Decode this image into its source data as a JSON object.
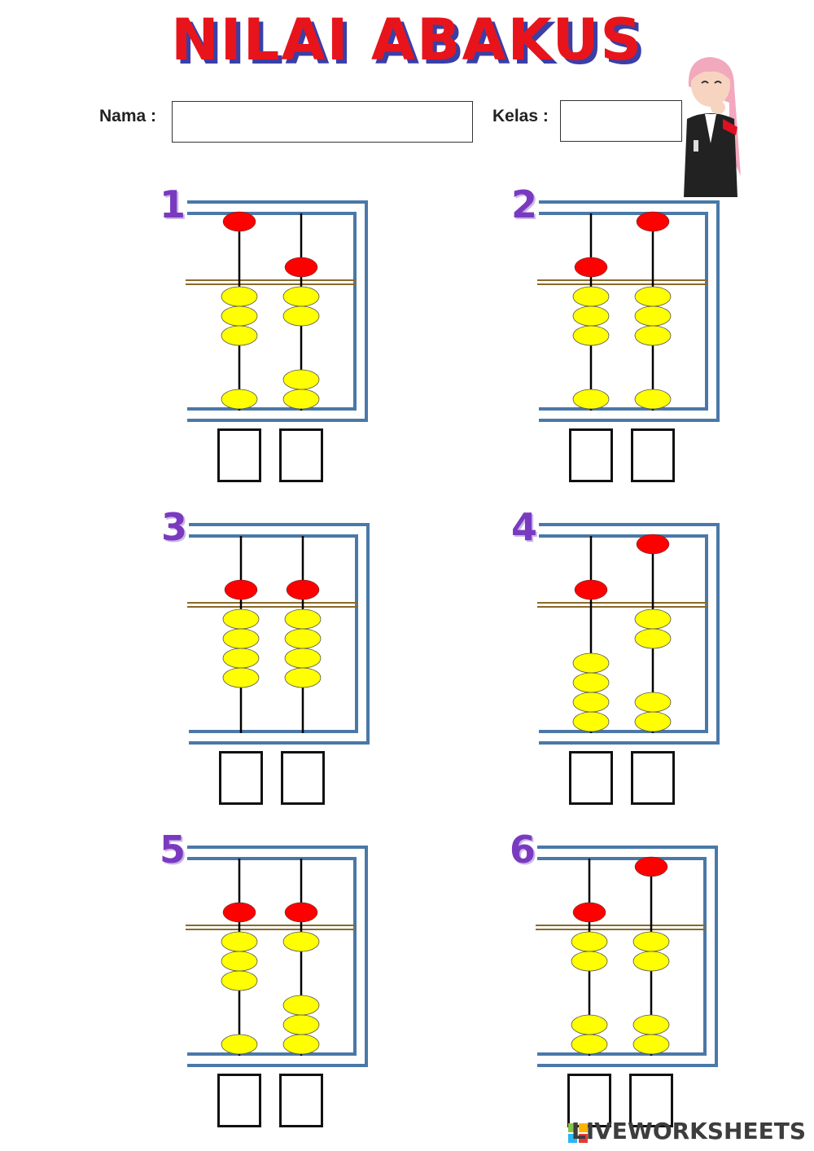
{
  "title": "NILAI ABAKUS",
  "form": {
    "name_label": "Nama :",
    "class_label": "Kelas :"
  },
  "colors": {
    "title_red": "#e8141b",
    "title_shadow": "#3a3fa6",
    "frame_blue": "#4a78a8",
    "upper_bead": "#ff0000",
    "lower_bead": "#ffff00",
    "beam": "#8a6a2a",
    "number_purple": "#7a3ac0"
  },
  "problems": [
    {
      "number": "1",
      "rods": [
        {
          "upper_active": false,
          "lower_active": 3
        },
        {
          "upper_active": true,
          "lower_active": 2
        }
      ]
    },
    {
      "number": "2",
      "rods": [
        {
          "upper_active": true,
          "lower_active": 3
        },
        {
          "upper_active": false,
          "lower_active": 3
        }
      ]
    },
    {
      "number": "3",
      "rods": [
        {
          "upper_active": true,
          "lower_active": 4
        },
        {
          "upper_active": true,
          "lower_active": 4
        }
      ]
    },
    {
      "number": "4",
      "rods": [
        {
          "upper_active": true,
          "lower_active": 0
        },
        {
          "upper_active": false,
          "lower_active": 2
        }
      ]
    },
    {
      "number": "5",
      "rods": [
        {
          "upper_active": true,
          "lower_active": 3
        },
        {
          "upper_active": true,
          "lower_active": 1
        }
      ]
    },
    {
      "number": "6",
      "rods": [
        {
          "upper_active": true,
          "lower_active": 2
        },
        {
          "upper_active": false,
          "lower_active": 2
        }
      ]
    }
  ],
  "footer": "LIVEWORKSHEETS",
  "icons": [
    "teacher-avatar-icon",
    "liveworksheets-logo-icon"
  ]
}
